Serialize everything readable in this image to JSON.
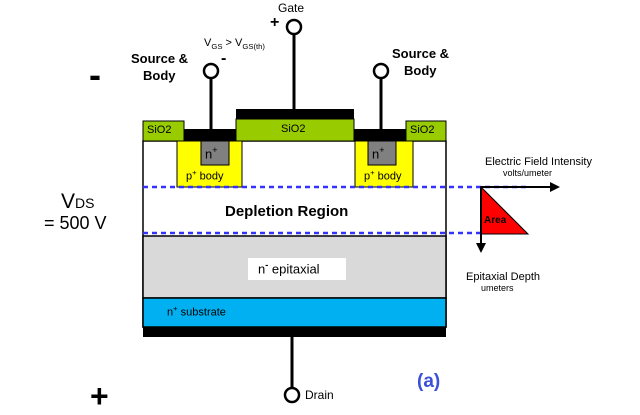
{
  "terminals": {
    "gate": "Gate",
    "gate_polarity": "+",
    "source_body": "Source &",
    "source_body_line2": "Body",
    "source_body_right": "Source &",
    "source_body_right_line2": "Body",
    "source_polarity": "-",
    "drain": "Drain"
  },
  "bias_condition": {
    "lhs": "V",
    "lhs_sub": "GS",
    "op": " > ",
    "rhs": "V",
    "rhs_sub": "GS(th)"
  },
  "supply": {
    "minus": "-",
    "plus": "+",
    "vds_label": "V",
    "vds_sub": "DS",
    "vds_value": "= 500 V"
  },
  "layers": {
    "oxide_left": "SiO2",
    "oxide_center": "SiO2",
    "oxide_right": "SiO2",
    "n_plus": "n",
    "n_plus_sup": "+",
    "p_body": "p",
    "p_body_sup": "+",
    "p_body_rest": " body",
    "depletion": "Depletion Region",
    "epi_n": "n",
    "epi_sup": "-",
    "epi_rest": " epitaxial",
    "substrate_n": "n",
    "substrate_sup": "+",
    "substrate_rest": " substrate"
  },
  "field_plot": {
    "x_title": "Electric Field Intensity",
    "x_units": "volts/umeter",
    "y_title": "Epitaxial Depth",
    "y_units": "umeters",
    "area_label": "Area"
  },
  "figure_label": "(a)",
  "colors": {
    "oxide": "#99cc00",
    "p_body": "#ffff00",
    "n_plus": "#808080",
    "epitaxial": "#d9d9d9",
    "substrate": "#00b0f0",
    "metal": "#000000",
    "depletion_boundary": "#3333ff",
    "field_area": "#ff0000",
    "figure_label": "#3b4fd8"
  }
}
